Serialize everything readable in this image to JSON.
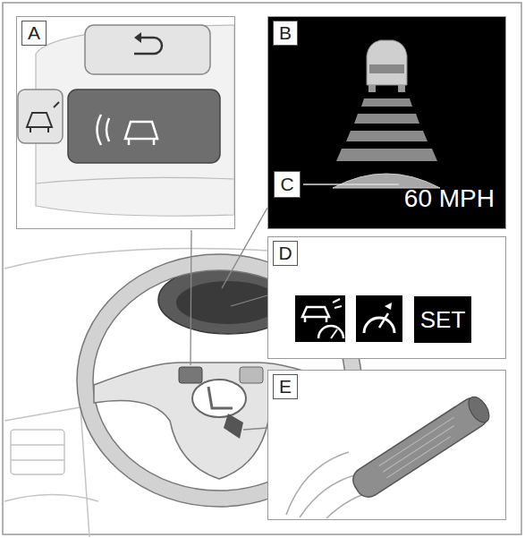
{
  "diagram": {
    "nodes": [
      {
        "text": [
          "A"
        ]
      },
      {
        "text": [
          "B",
          "60 MPH"
        ]
      },
      {
        "text": [
          "C"
        ],
        "in": 1
      },
      {
        "text": [
          "D"
        ]
      },
      {
        "text": [
          "SET"
        ],
        "in": 3
      },
      {
        "text": [
          "E"
        ]
      }
    ]
  }
}
